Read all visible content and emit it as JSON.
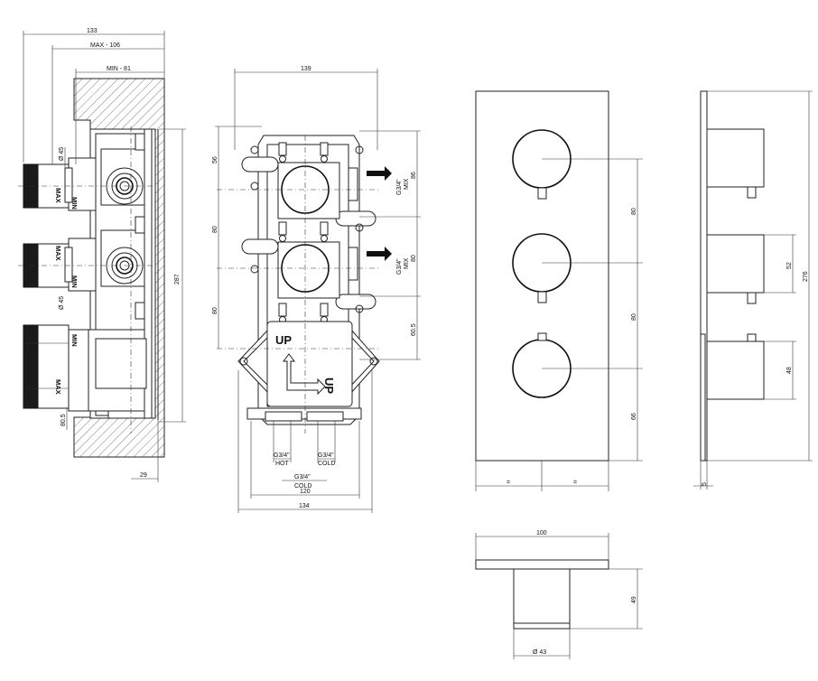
{
  "side_view": {
    "d_133": "133",
    "d_max": "MAX - 106",
    "d_min": "MIN - 81",
    "d_287": "287",
    "d_29": "29",
    "d_80_5": "80.5",
    "d_phi45a": "Ø 45",
    "d_phi45b": "Ø 45",
    "max_label": "MAX",
    "min_label": "MIN"
  },
  "front_body": {
    "d_139": "139",
    "d_56": "56",
    "d_80a": "80",
    "d_80b": "80",
    "d_86": "86",
    "d_80c": "80",
    "d_60_5": "60.5",
    "g34_mix_a": "G3/4\"",
    "mix_a": "MIX",
    "g34_mix_b": "G3/4\"",
    "mix_b": "MIX",
    "up_a": "UP",
    "up_b": "UP",
    "g34_hot": "G3/4\"",
    "hot": "HOT",
    "g34_cold": "G3/4\"",
    "cold": "COLD",
    "d_120": "120",
    "g34_cold2": "G3/4\"",
    "cold2": "COLD",
    "d_134": "134"
  },
  "front_plate": {
    "d_80a": "80",
    "d_80b": "80",
    "d_66": "66",
    "eq_a": "=",
    "eq_b": "="
  },
  "side_plate": {
    "d_52": "52",
    "d_48": "48",
    "d_276": "276",
    "d_5": "5"
  },
  "top_view": {
    "d_100": "100",
    "d_49": "49",
    "d_phi43": "Ø 43"
  }
}
